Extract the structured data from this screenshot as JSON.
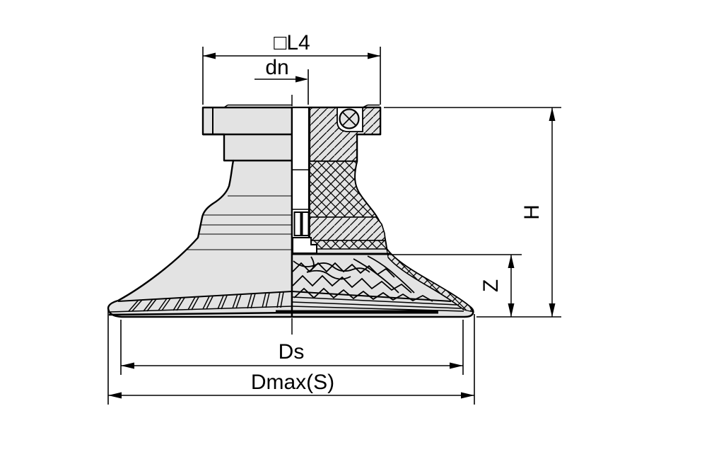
{
  "drawing": {
    "labels": {
      "l4": "□L4",
      "dn": "dn",
      "h": "H",
      "z": "Z",
      "ds": "Ds",
      "dmax": "Dmax(S)"
    },
    "colors": {
      "background": "#ffffff",
      "part_fill": "#e3e3e3",
      "line": "#000000"
    }
  }
}
